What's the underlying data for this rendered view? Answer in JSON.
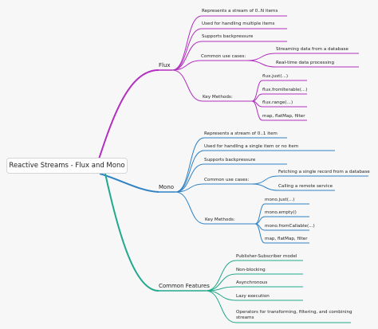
{
  "root": {
    "label": "Reactive Streams - Flux and Mono"
  },
  "flux": {
    "color": "#b32fbf",
    "label": "Flux",
    "items": [
      "Represents a stream of 0..N items",
      "Used for handling multiple items",
      "Supports backpressure"
    ],
    "use_cases": {
      "label": "Common use cases:",
      "items": [
        "Streaming data from a database",
        "Real-time data processing"
      ]
    },
    "key_methods": {
      "label": "Key Methods:",
      "items": [
        "flux.just(...)",
        "flux.fromIterable(...)",
        "flux.range(...)",
        "map, flatMap, filter"
      ]
    }
  },
  "mono": {
    "color": "#2f82c4",
    "label": "Mono",
    "items": [
      "Represents a stream of 0..1 item",
      "Used for handling a single item or no item",
      "Supports backpressure"
    ],
    "use_cases": {
      "label": "Common use cases:",
      "items": [
        "Fetching a single record from a database",
        "Calling a remote service"
      ]
    },
    "key_methods": {
      "label": "Key Methods:",
      "items": [
        "mono.just(...)",
        "mono.empty()",
        "mono.fromCallable(...)",
        "map, flatMap, filter"
      ]
    }
  },
  "common": {
    "color": "#22a88c",
    "label": "Common Features",
    "items": [
      "Publisher-Subscriber model",
      "Non-blocking",
      "Asynchronous",
      "Lazy execution",
      "Operators for transforming, filtering, and combining streams"
    ]
  }
}
